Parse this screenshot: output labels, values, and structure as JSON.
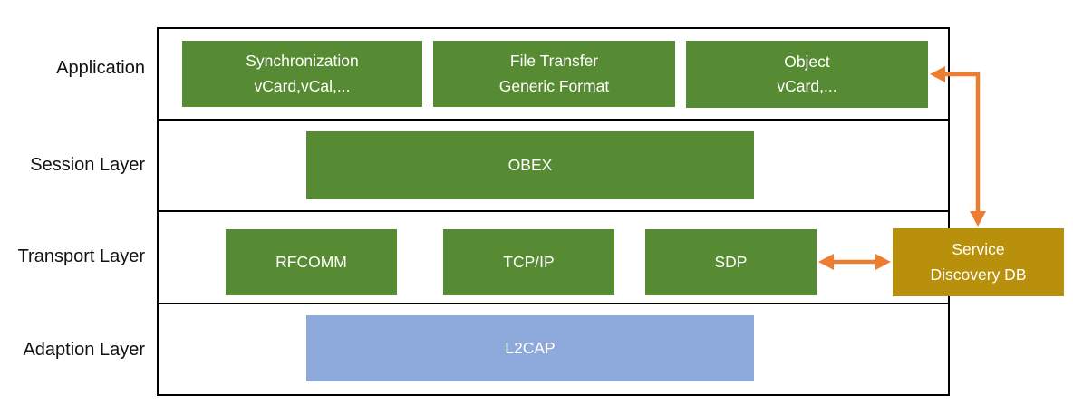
{
  "colors": {
    "box_green": "#578B33",
    "box_blue": "#8EA9DC",
    "box_gold": "#B8900B",
    "arrow_orange": "#ED7D31",
    "border_black": "#000000",
    "box_text": "#FFFFFF",
    "label_text": "#111111"
  },
  "layers": [
    {
      "name": "Application"
    },
    {
      "name": "Session Layer"
    },
    {
      "name": "Transport Layer"
    },
    {
      "name": "Adaption Layer"
    }
  ],
  "boxes": {
    "synchronization": {
      "lines": [
        "Synchronization",
        "vCard,vCal,..."
      ]
    },
    "file_transfer": {
      "lines": [
        "File Transfer",
        "Generic Format"
      ]
    },
    "object": {
      "lines": [
        "Object",
        "vCard,..."
      ]
    },
    "obex": {
      "label": "OBEX"
    },
    "rfcomm": {
      "label": "RFCOMM"
    },
    "tcpip": {
      "label": "TCP/IP"
    },
    "sdp": {
      "label": "SDP"
    },
    "service_discovery_db": {
      "lines": [
        "Service",
        "Discovery DB"
      ]
    },
    "l2cap": {
      "label": "L2CAP"
    }
  },
  "arrows": [
    {
      "name": "object-to-service-discovery-db",
      "type": "elbow-double-headed"
    },
    {
      "name": "sdp-to-service-discovery-db",
      "type": "double-headed"
    }
  ]
}
